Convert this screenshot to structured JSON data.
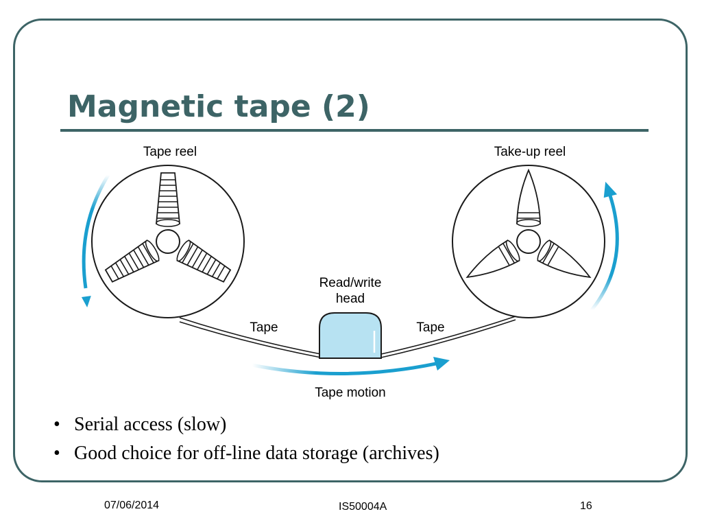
{
  "slide": {
    "title": "Magnetic tape (2)"
  },
  "diagram": {
    "labels": {
      "tape_reel": "Tape reel",
      "takeup_reel": "Take-up reel",
      "head_line1": "Read/write",
      "head_line2": "head",
      "tape_left": "Tape",
      "tape_right": "Tape",
      "tape_motion": "Tape motion"
    },
    "colors": {
      "arrow": "#1a9fcf",
      "head_fill": "#b7e2f2",
      "line": "#1a1a1a"
    }
  },
  "bullets": [
    {
      "marker": "•",
      "text": "Serial access (slow)"
    },
    {
      "marker": "•",
      "text": "Good choice for off-line data storage (archives)"
    }
  ],
  "footer": {
    "date": "07/06/2014",
    "course_code": "IS50004A",
    "page_number": "16"
  }
}
